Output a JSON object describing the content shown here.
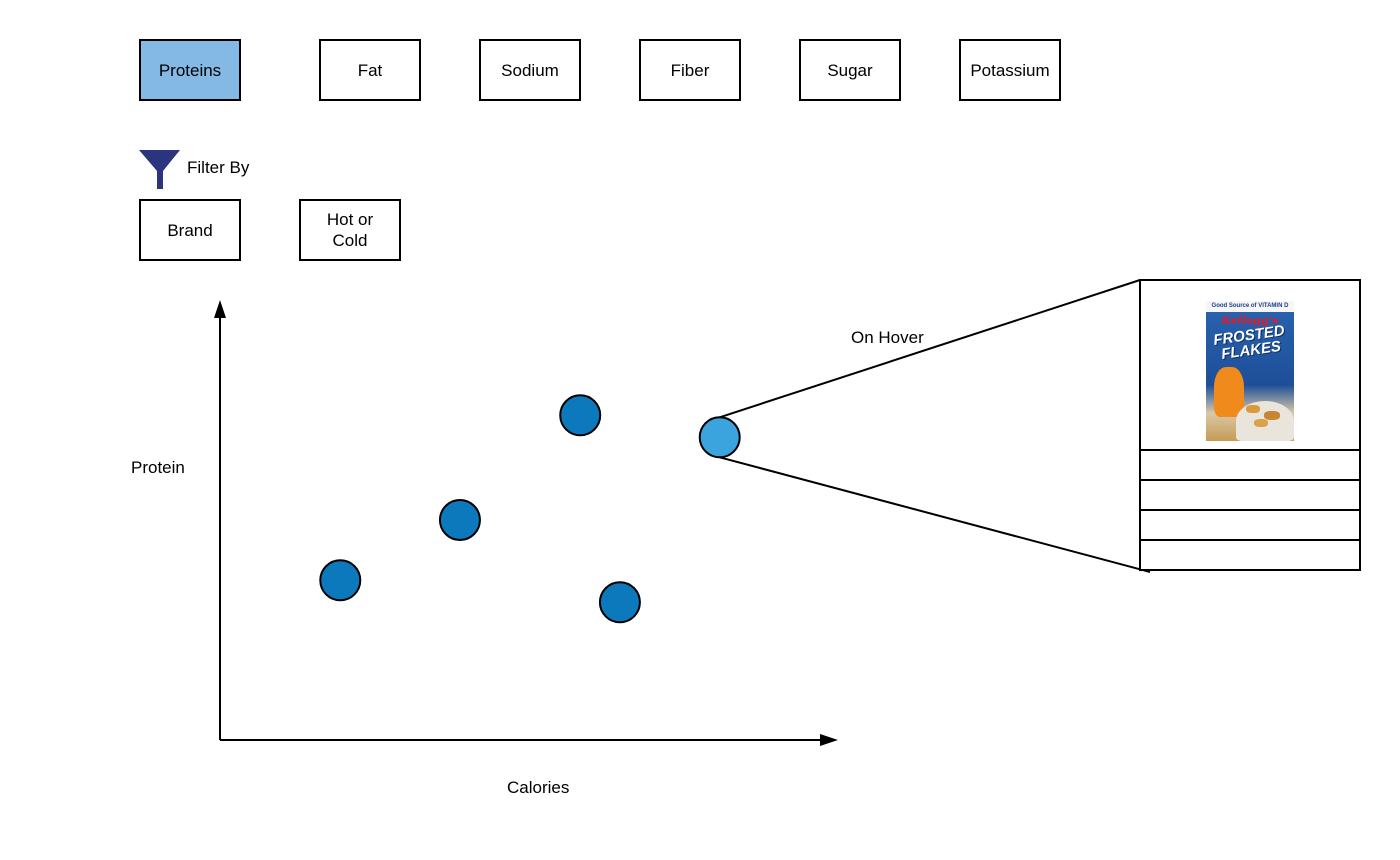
{
  "metric_tabs": [
    {
      "label": "Proteins",
      "active": true
    },
    {
      "label": "Fat",
      "active": false
    },
    {
      "label": "Sodium",
      "active": false
    },
    {
      "label": "Fiber",
      "active": false
    },
    {
      "label": "Sugar",
      "active": false
    },
    {
      "label": "Potassium",
      "active": false
    }
  ],
  "filter": {
    "title": "Filter By",
    "options": [
      "Brand",
      "Hot or\nCold"
    ]
  },
  "axes": {
    "ylabel": "Protein",
    "xlabel": "Calories"
  },
  "hover_label": "On Hover",
  "colors": {
    "active_tab": "#83b9e4",
    "point": "#0c79bd",
    "hover_point": "#3ba4de",
    "funnel": "#2b347f"
  },
  "icons": {
    "filter": "funnel-icon",
    "product": "frosted-flakes-box-image"
  },
  "product_image_text": {
    "top": "Good Source of VITAMIN D",
    "brand": "Kellogg's",
    "name": "FROSTED FLAKES"
  },
  "chart_data": {
    "type": "scatter",
    "title": "",
    "xlabel": "Calories",
    "ylabel": "Protein",
    "xlim": [
      0,
      100
    ],
    "ylim": [
      0,
      100
    ],
    "points": [
      {
        "x": 19.4,
        "y": 36.3,
        "hover": false
      },
      {
        "x": 38.7,
        "y": 50.0,
        "hover": false
      },
      {
        "x": 58.1,
        "y": 73.8,
        "hover": false
      },
      {
        "x": 64.5,
        "y": 31.3,
        "hover": false
      },
      {
        "x": 80.6,
        "y": 68.8,
        "hover": true
      }
    ],
    "hover_detail_rows": 4
  }
}
